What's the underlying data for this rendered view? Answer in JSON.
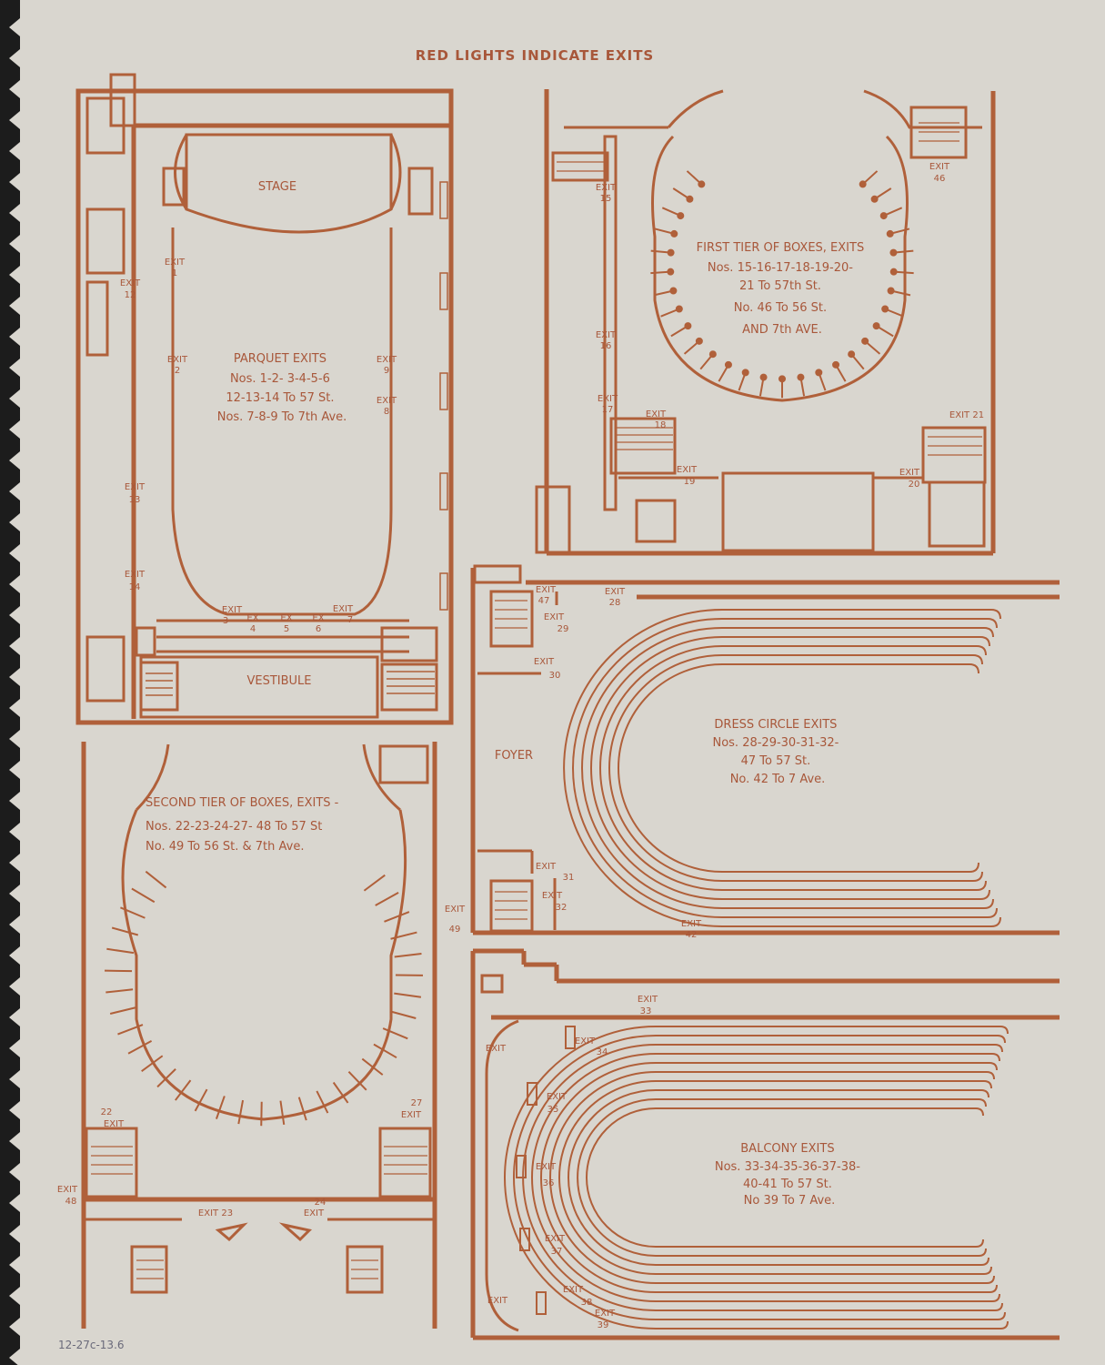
{
  "header": "RED LIGHTS INDICATE EXITS",
  "footer_pencil": "12-27c-13.6",
  "colors": {
    "ink": "#b0603a",
    "paper": "#d9d6cf"
  },
  "parquet": {
    "stage": "STAGE",
    "vestibule": "VESTIBULE",
    "caption": [
      "PARQUET EXITS",
      "Nos. 1-2- 3-4-5-6",
      "12-13-14 To 57 St.",
      "Nos. 7-8-9 To 7th Ave."
    ],
    "exits": {
      "e1": [
        "EXIT",
        "1"
      ],
      "e2": [
        "EXIT",
        "2"
      ],
      "e9": [
        "EXIT",
        "9"
      ],
      "e8": [
        "EXIT",
        "8"
      ],
      "e12": [
        "EXIT",
        "12"
      ],
      "e13": [
        "EXIT",
        "13"
      ],
      "e14": [
        "EXIT",
        "14"
      ],
      "e3": [
        "EXIT",
        "3"
      ],
      "e4": [
        "EX",
        "4"
      ],
      "e5": [
        "EX",
        "5"
      ],
      "e6": [
        "EX",
        "6"
      ],
      "e7": [
        "EXIT",
        "7"
      ]
    }
  },
  "first_tier": {
    "caption": [
      "FIRST TIER OF BOXES, EXITS",
      "Nos. 15-16-17-18-19-20-",
      "21 To 57th St.",
      "No. 46 To 56 St.",
      "AND 7th AVE."
    ],
    "exits": {
      "e15": [
        "EXIT",
        "15"
      ],
      "e16": [
        "EXIT",
        "16"
      ],
      "e17": [
        "EXIT",
        "17"
      ],
      "e18": [
        "EXIT",
        "18"
      ],
      "e19": [
        "EXIT",
        "19"
      ],
      "e20": [
        "EXIT",
        "20"
      ],
      "e21": "EXIT 21",
      "e46": [
        "EXIT",
        "46"
      ]
    }
  },
  "dress_circle": {
    "foyer": "FOYER",
    "caption": [
      "DRESS CIRCLE EXITS",
      "Nos. 28-29-30-31-32-",
      "47 To 57 St.",
      "No. 42 To 7 Ave."
    ],
    "exits": {
      "e47": [
        "EXIT",
        "47"
      ],
      "e28": [
        "EXIT",
        "28"
      ],
      "e29": [
        "EXIT",
        "29"
      ],
      "e30": [
        "EXIT",
        "30"
      ],
      "e31": [
        "EXIT",
        "31"
      ],
      "e32": [
        "EXIT",
        "32"
      ],
      "e42": [
        "EXIT",
        "42"
      ]
    }
  },
  "second_tier": {
    "caption": [
      "SECOND TIER OF BOXES, EXITS -",
      "Nos. 22-23-24-27- 48 To 57 St",
      "No. 49 To 56 St. & 7th Ave."
    ],
    "exits": {
      "e22": [
        "22",
        "EXIT"
      ],
      "e27": [
        "27",
        "EXIT"
      ],
      "e48": [
        "EXIT",
        "48"
      ],
      "e49": [
        "EXIT",
        "49"
      ],
      "e23": "EXIT 23",
      "e24": [
        "24",
        "EXIT"
      ]
    }
  },
  "balcony": {
    "caption": [
      "BALCONY EXITS",
      "Nos. 33-34-35-36-37-38-",
      "40-41 To 57 St.",
      "No 39 To 7 Ave."
    ],
    "exits": {
      "e33": [
        "EXIT",
        "33"
      ],
      "e34": [
        "EXIT",
        "34"
      ],
      "e35": [
        "EXIT",
        "35"
      ],
      "e36": [
        "EXIT",
        "36"
      ],
      "e37": [
        "EXIT",
        "37"
      ],
      "e38": [
        "EXIT",
        "38"
      ],
      "e39": [
        "EXIT",
        "39"
      ],
      "eTop": "EXIT",
      "eBot": "EXIT"
    }
  }
}
